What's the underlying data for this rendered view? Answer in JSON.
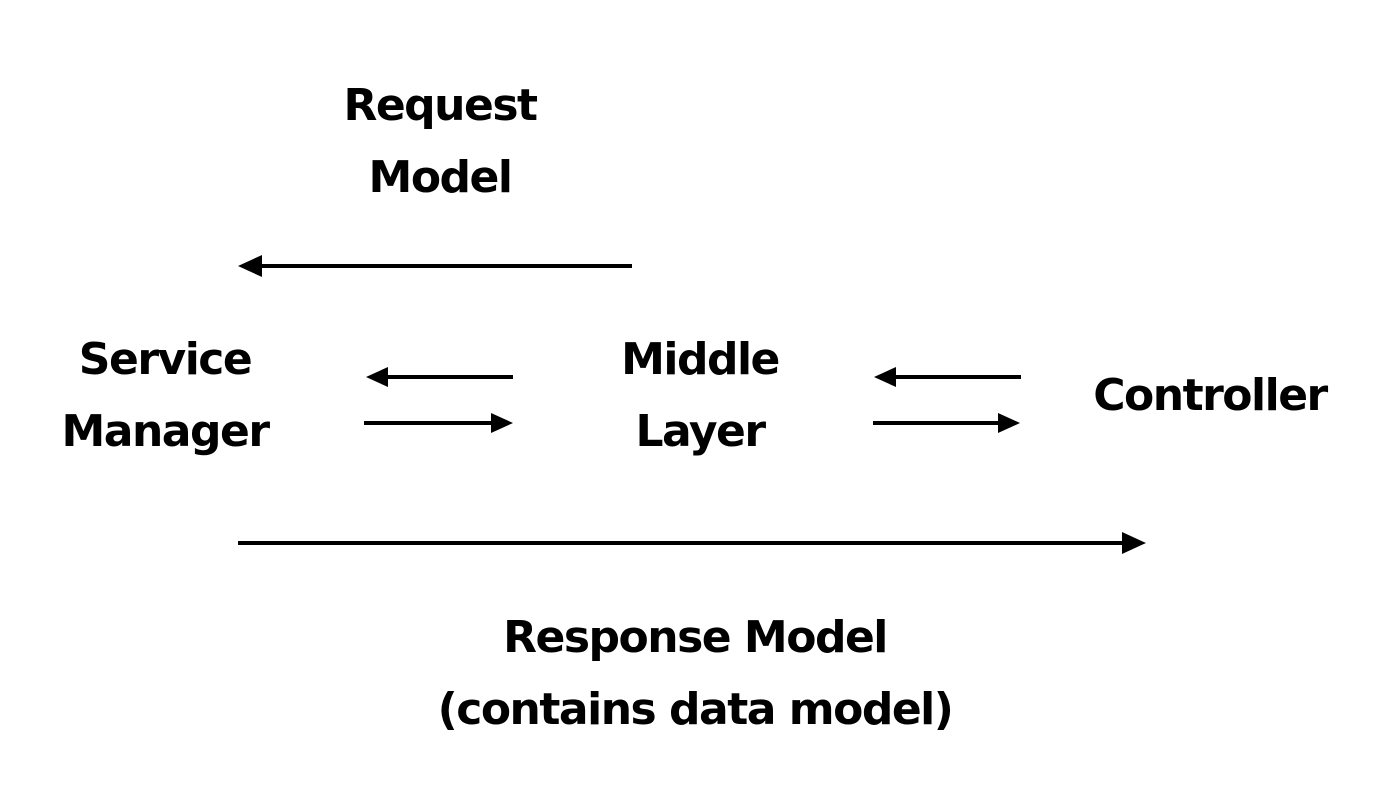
{
  "diagram": {
    "request_model": {
      "line1": "Request",
      "line2": "Model"
    },
    "service_manager": {
      "line1": "Service",
      "line2": "Manager"
    },
    "middle_layer": {
      "line1": "Middle",
      "line2": "Layer"
    },
    "controller": {
      "label": "Controller"
    },
    "response_model": {
      "line1": "Response Model",
      "line2": "(contains data model)"
    },
    "colors": {
      "text": "#000000",
      "arrow": "#000000",
      "background": "#ffffff"
    }
  }
}
